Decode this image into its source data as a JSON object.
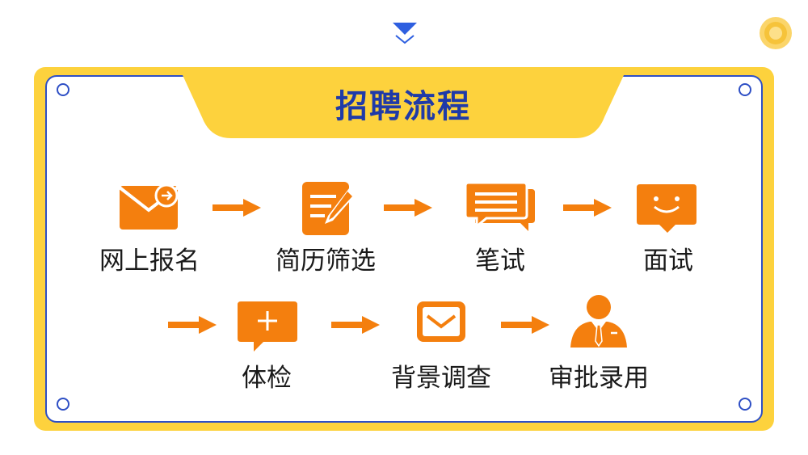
{
  "title": "招聘流程",
  "colors": {
    "accent": "#f47f0e",
    "frame": "#fdd23d",
    "border": "#2e4fc5",
    "title": "#1f3aa8"
  },
  "steps": [
    {
      "label": "网上报名",
      "icon": "mail-icon"
    },
    {
      "label": "简历筛选",
      "icon": "document-edit-icon"
    },
    {
      "label": "笔试",
      "icon": "chat-icon"
    },
    {
      "label": "面试",
      "icon": "smile-chat-icon"
    },
    {
      "label": "体检",
      "icon": "medical-cross-icon"
    },
    {
      "label": "背景调查",
      "icon": "envelope-icon"
    },
    {
      "label": "审批录用",
      "icon": "person-tie-icon"
    }
  ]
}
